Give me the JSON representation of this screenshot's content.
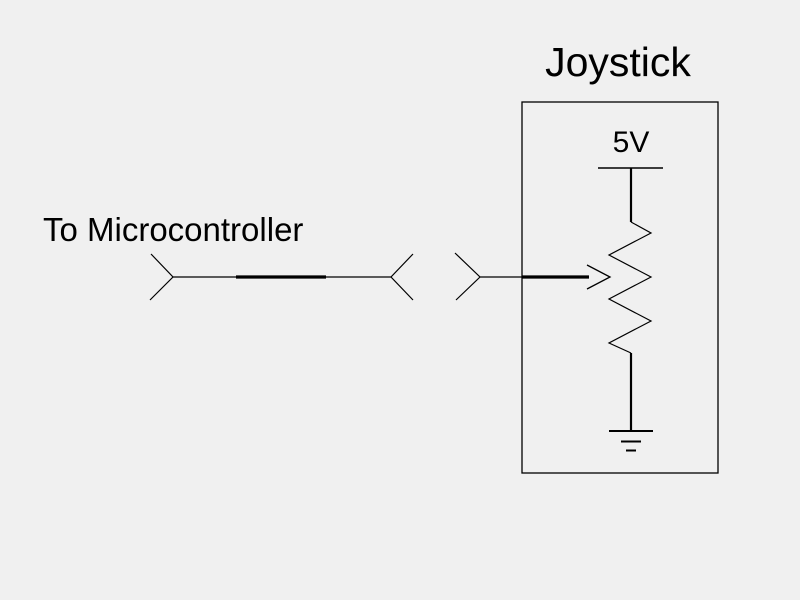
{
  "diagram": {
    "title": "Joystick",
    "labels": {
      "supply": "5V",
      "wire": "To Microcontroller"
    },
    "icons": [
      "power-rail-icon",
      "potentiometer-resistor-icon",
      "wiper-arrow-icon",
      "ground-icon",
      "wire-break-connector-icon"
    ],
    "colors": {
      "background": "#f0f0f0",
      "line": "#000000",
      "text": "#000000"
    }
  }
}
